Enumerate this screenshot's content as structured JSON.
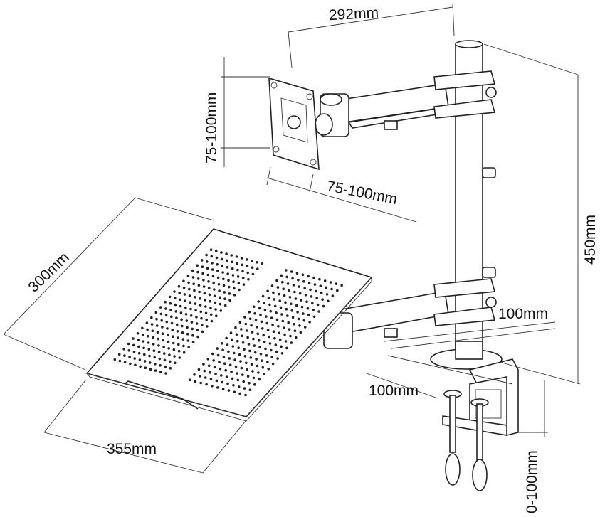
{
  "dimensions": {
    "arm_reach": "292mm",
    "vesa_vertical": "75-100mm",
    "vesa_horizontal": "75-100mm",
    "tray_depth": "300mm",
    "pole_height": "450mm",
    "clamp_depth": "100mm",
    "clamp_width": "100mm",
    "tray_width": "355mm",
    "desk_thickness": "0-100mm"
  }
}
